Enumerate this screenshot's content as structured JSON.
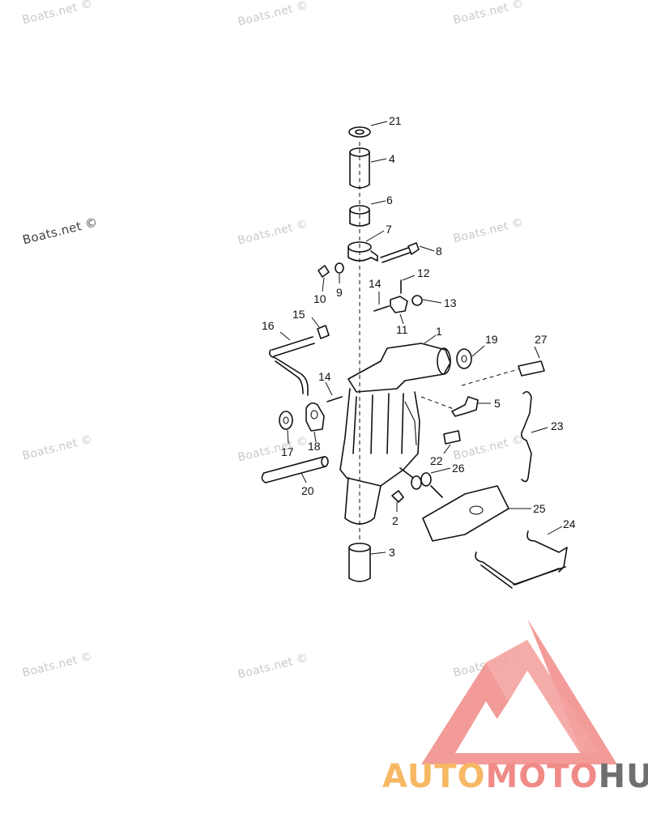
{
  "watermark": {
    "text": "Boats.net ©"
  },
  "brand": {
    "part1": "AUTO",
    "part2": "MOTO",
    "part3": "HUB",
    "colors": {
      "part1": "#f7b864",
      "part2": "#f08a86",
      "part3": "#6f6f6f",
      "triangle": "#f08a86"
    }
  },
  "callouts": [
    "21",
    "4",
    "6",
    "7",
    "8",
    "9",
    "10",
    "12",
    "14",
    "13",
    "11",
    "1",
    "19",
    "27",
    "15",
    "16",
    "14",
    "5",
    "23",
    "17",
    "18",
    "22",
    "26",
    "20",
    "25",
    "2",
    "24",
    "3"
  ]
}
